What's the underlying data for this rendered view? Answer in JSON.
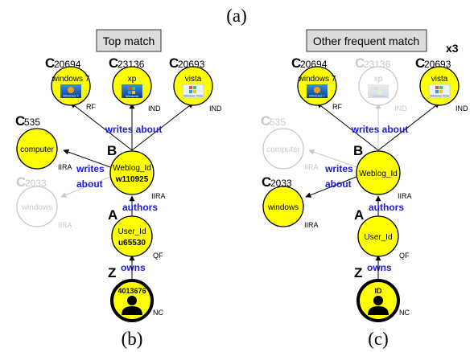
{
  "captions": {
    "top": "(a)",
    "left": "(b)",
    "right": "(c)"
  },
  "panels": {
    "left": {
      "title": "Top match"
    },
    "right": {
      "title": "Other frequent match",
      "multiplier": "x3"
    }
  },
  "node_letters": {
    "c": "C",
    "b": "B",
    "a": "A",
    "z": "Z"
  },
  "left": {
    "c20694": {
      "id": "20694",
      "label": "windows 7",
      "thumb": "Windows 7",
      "tag": "RF"
    },
    "c23136": {
      "id": "23136",
      "label": "xp",
      "thumb": "Windows",
      "tag": "IND"
    },
    "c20693": {
      "id": "20693",
      "label": "vista",
      "thumb": "Windows Vista",
      "tag": "IND"
    },
    "c535": {
      "id": "535",
      "label": "computer",
      "tag": "IIRA"
    },
    "c2033": {
      "id": "2033",
      "label": "windows",
      "tag": "IIRA"
    },
    "b": {
      "line1": "Weblog_Id",
      "line2": "w110925",
      "tag": "IIRA"
    },
    "a": {
      "line1": "User_Id",
      "line2": "u65530",
      "tag": "QF"
    },
    "z": {
      "label": "4013676",
      "tag": "NC"
    },
    "edges": {
      "writes_about_top": "writes about",
      "writes_side_1": "writes",
      "writes_side_2": "about",
      "authors": "authors",
      "owns": "owns"
    }
  },
  "right": {
    "c20694": {
      "id": "20694",
      "label": "windows 7",
      "thumb": "Windows 7",
      "tag": "RF"
    },
    "c23136": {
      "id": "23136",
      "label": "xp",
      "thumb": "Windows",
      "tag": "IND"
    },
    "c20693": {
      "id": "20693",
      "label": "vista",
      "thumb": "Windows Vista",
      "tag": "IND"
    },
    "c535": {
      "id": "535",
      "label": "computer",
      "tag": "IIRA"
    },
    "c2033": {
      "id": "2033",
      "label": "windows",
      "tag": "IIRA"
    },
    "b": {
      "line1": "Weblog_Id",
      "tag": "IIRA"
    },
    "a": {
      "line1": "User_Id",
      "tag": "QF"
    },
    "z": {
      "label": "ID",
      "tag": "NC"
    },
    "edges": {
      "writes_about_top": "writes about",
      "writes_side_1": "writes",
      "writes_side_2": "about",
      "authors": "authors",
      "owns": "owns"
    }
  },
  "colors": {
    "node_fill": "#FFFF00",
    "node_stroke": "#000000",
    "faded": "#c8c8c8",
    "edge_label": "#1a1adc",
    "panel_title_bg": "#dcdcdc"
  }
}
